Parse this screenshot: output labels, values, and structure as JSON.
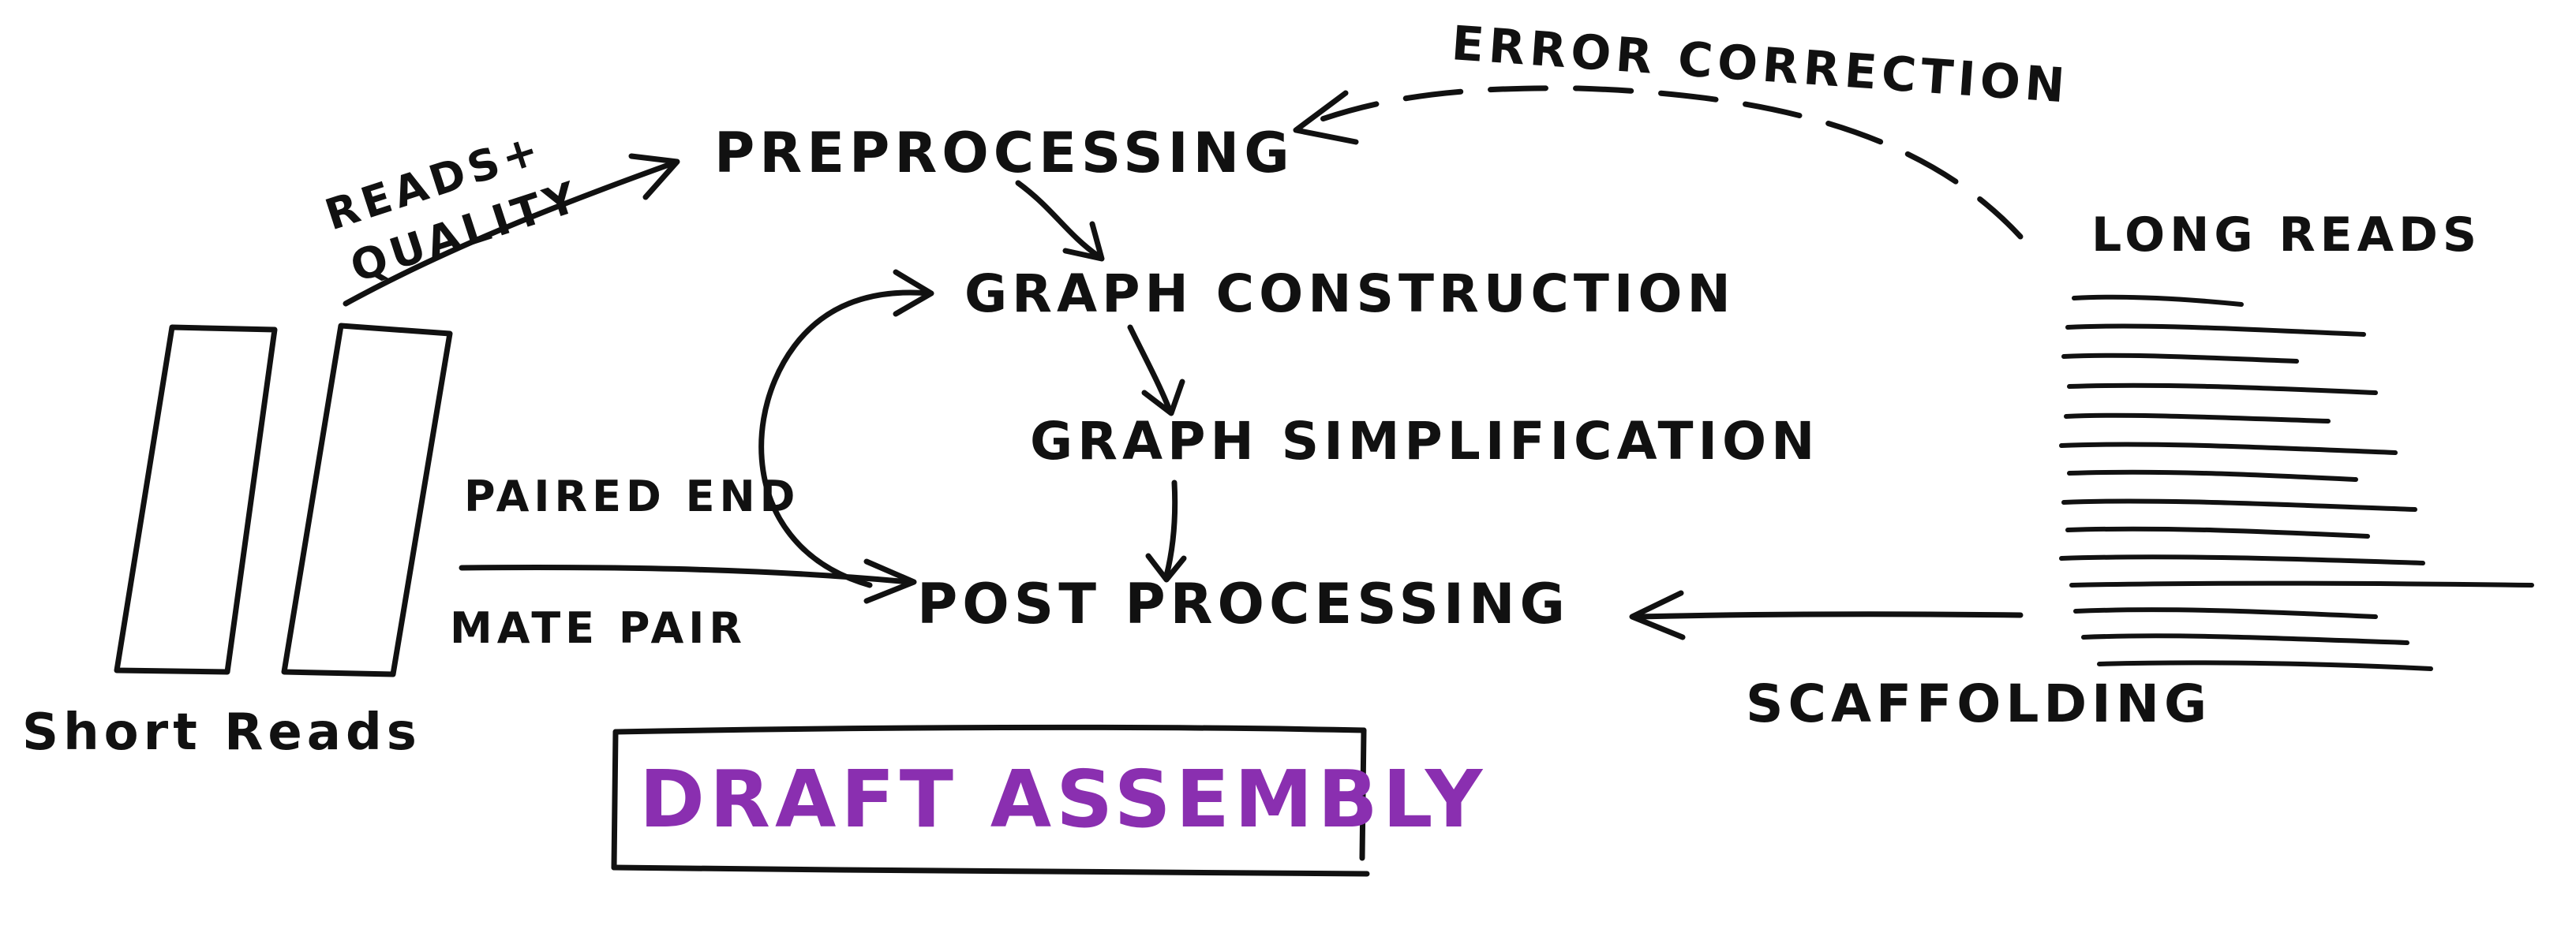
{
  "diagram": {
    "nodes": {
      "preprocessing": "PREPROCESSING",
      "graph_construction": "GRAPH CONSTRUCTION",
      "graph_simplification": "GRAPH SIMPLIFICATION",
      "post_processing": "POST PROCESSING",
      "short_reads": "Short Reads",
      "long_reads": "LONG READS",
      "draft_assembly": "DRAFT ASSEMBLY"
    },
    "edge_labels": {
      "reads_quality_line1": "READS+",
      "reads_quality_line2": "QUALITY",
      "error_correction": "ERROR CORRECTION",
      "paired_end": "PAIRED END",
      "mate_pair": "MATE PAIR",
      "scaffolding": "SCAFFOLDING"
    },
    "colors": {
      "ink": "#111111",
      "highlight": "#8a2fb0"
    }
  }
}
